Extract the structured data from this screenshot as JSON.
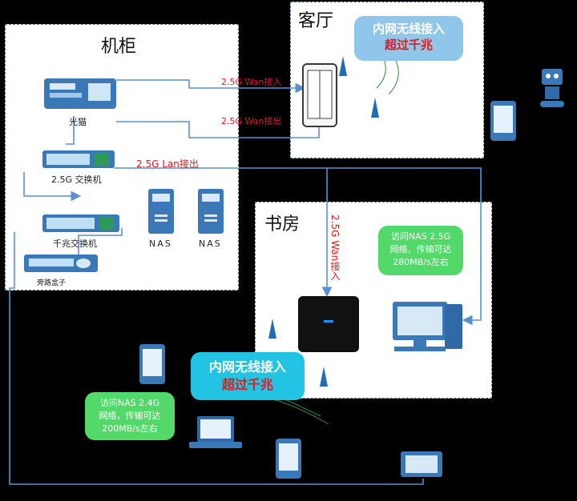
{
  "zones": {
    "cabinet": "机柜",
    "living_room": "客厅",
    "study": "书房"
  },
  "devices": {
    "optical_modem": "光猫",
    "switch_25g": "2.5G 交换机",
    "switch_gigabit": "千兆交换机",
    "nas1": "NAS",
    "nas2": "NAS",
    "bypass_box": "旁路盒子"
  },
  "links": {
    "wan_top": "2.5G Wan接入",
    "wan_mid": "2.5G Wan接出",
    "lan_out": "2.5G Lan接出",
    "wan_vertical": "2.5G Wan接入"
  },
  "bubbles": {
    "living": {
      "line1": "内网无线接入",
      "line2": "超过千兆"
    },
    "study_wireless": {
      "line1": "内网无线接入",
      "line2": "超过千兆"
    },
    "nas25": {
      "line1": "访问NAS 2.5G",
      "line2": "网络，传输可达",
      "line3": "280MB/s左右"
    },
    "nas24": {
      "line1": "访问NAS 2.4G",
      "line2": "网络，传输可达",
      "line3": "200MB/s左右"
    }
  },
  "colors": {
    "line": "#5b8fd4",
    "accent_red": "#e01b1b",
    "device": "#3a78b8"
  }
}
